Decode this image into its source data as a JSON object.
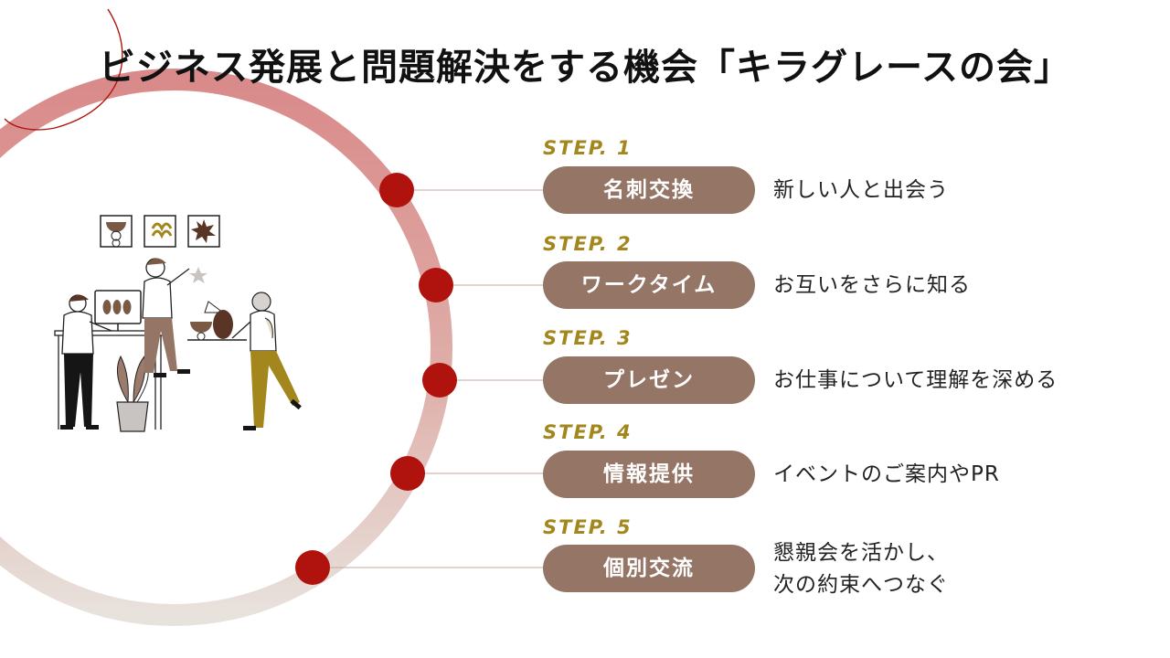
{
  "title": "ビジネス発展と問題解決をする機会「キラグレースの会」",
  "colors": {
    "accent_dot": "#b0130d",
    "pill": "#957565",
    "step_label": "#a3861c",
    "ring_start": "#d98a8a",
    "ring_end": "#e8e2dd"
  },
  "steps": [
    {
      "label": "STEP. 1",
      "name": "名刺交換",
      "description_lines": [
        "新しい人と出会う"
      ]
    },
    {
      "label": "STEP. 2",
      "name": "ワークタイム",
      "description_lines": [
        "お互いをさらに知る"
      ]
    },
    {
      "label": "STEP. 3",
      "name": "プレゼン",
      "description_lines": [
        "お仕事について理解を深める"
      ]
    },
    {
      "label": "STEP. 4",
      "name": "情報提供",
      "description_lines": [
        "イベントのご案内やPR"
      ]
    },
    {
      "label": "STEP. 5",
      "name": "個別交流",
      "description_lines": [
        "懇親会を活かし、",
        "次の約束へつなぐ"
      ]
    }
  ],
  "illustration": "people-collaborating-illustration"
}
